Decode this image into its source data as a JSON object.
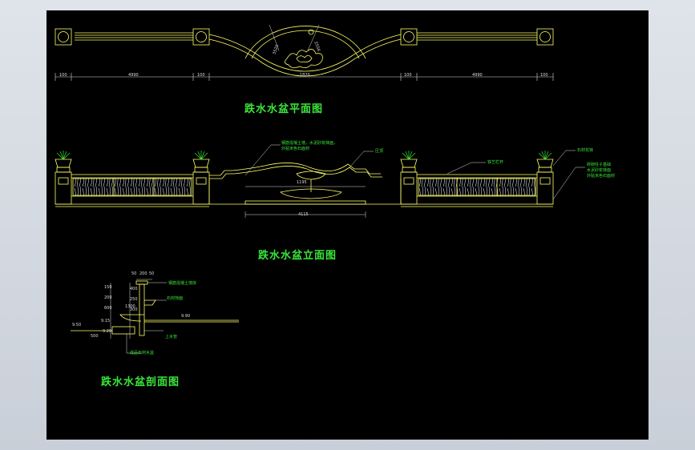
{
  "titles": {
    "plan": "跌水水盆平面图",
    "elevation": "跌水水盆立面图",
    "section": "跌水水盆剖面图"
  },
  "plan_dimensions": [
    "100",
    "4990",
    "100",
    "1820",
    "100",
    "4990",
    "100"
  ],
  "plan_arc_labels": [
    "3520",
    "2556"
  ],
  "elevation_dimensions": [
    "1195",
    "4115"
  ],
  "elevation_notes": {
    "left_top": [
      "钢筋混凝土墙，水泥砂浆抹面，",
      "外贴米色石面材"
    ],
    "coping": "压顶",
    "railing": "铁艺栏杆",
    "planter": "石材花钵",
    "right_column": [
      "砖砌柱子基础",
      "水泥砂浆抹面",
      "外贴米色石面材"
    ]
  },
  "section_dimensions": [
    "50",
    "200",
    "50",
    "150",
    "200",
    "600",
    "400",
    "250",
    "300",
    "1300",
    "500"
  ],
  "section_levels": [
    "9.50",
    "9.15",
    "9.20",
    "9.90"
  ],
  "section_notes": {
    "wall": "钢筋混凝土墙体",
    "bowl": "石材饰面",
    "pipe": "上水管",
    "basin": "成品石材水盆"
  },
  "colors": {
    "background": "#000000",
    "outline": "#ffff66",
    "notes": "#39e639",
    "dimensions": "#dcdcdc",
    "hatch": "#cfd8e6"
  }
}
